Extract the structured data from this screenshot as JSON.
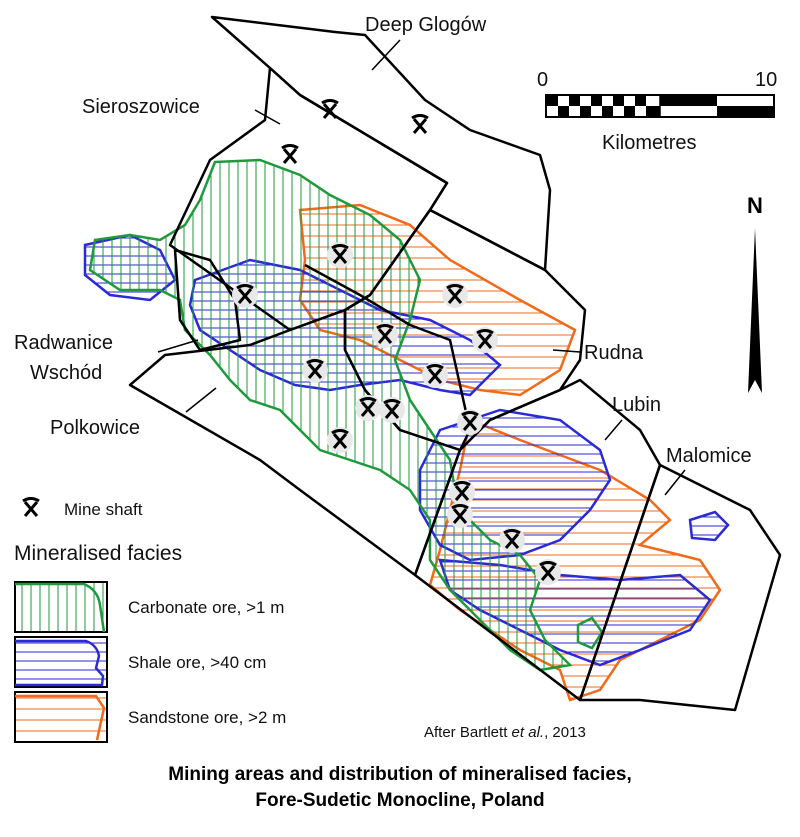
{
  "mine_areas": [
    {
      "name": "Deep Glogów"
    },
    {
      "name": "Sieroszowice"
    },
    {
      "name": "Radwanice",
      "name2": "Wschód"
    },
    {
      "name": "Polkowice"
    },
    {
      "name": "Rudna"
    },
    {
      "name": "Lubin"
    },
    {
      "name": "Malomice"
    }
  ],
  "scale_bar": {
    "start": "0",
    "end": "10",
    "unit": "Kilometres"
  },
  "north_arrow": {
    "label": "N"
  },
  "legend": {
    "shaft_label": "Mine shaft",
    "heading": "Mineralised facies",
    "items": [
      {
        "label": "Carbonate ore, >1 m",
        "color": "#1e9a3c",
        "pattern": "vertical"
      },
      {
        "label": "Shale ore, >40 cm",
        "color": "#2a2ad6",
        "pattern": "horizontal"
      },
      {
        "label": "Sandstone ore, >2 m",
        "color": "#f06a1a",
        "pattern": "horizontal"
      }
    ]
  },
  "credit": {
    "prefix": "After Bartlett ",
    "italic": "et al.",
    "suffix": ", 2013"
  },
  "caption": {
    "line1": "Mining areas and distribution of mineralised facies,",
    "line2": "Fore-Sudetic Monocline, Poland"
  }
}
